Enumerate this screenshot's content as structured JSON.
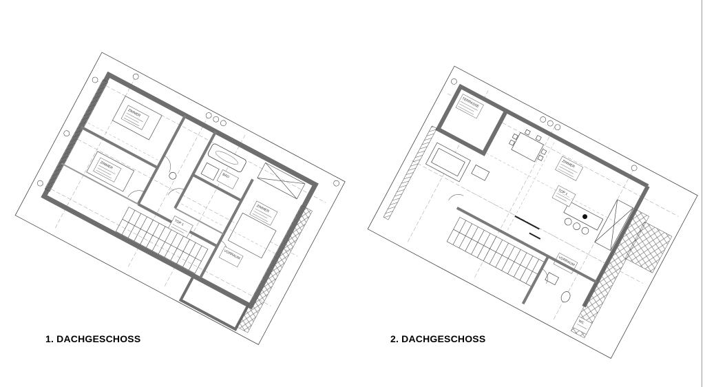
{
  "plans": [
    {
      "title": "1. DACHGESCHOSS",
      "room_labels": [
        "ZIMMER",
        "ZIMMER",
        "ZIMMER",
        "BAD",
        "VORRAUM",
        "TOP 1"
      ]
    },
    {
      "title": "2. DACHGESCHOSS",
      "room_labels": [
        "TERRASSE",
        "ZIMMER",
        "TOP 1",
        "VORRAUM",
        "WC"
      ]
    }
  ],
  "colors": {
    "line": "#333333",
    "wall": "#6e6e6e",
    "wall_light": "#a9a9a9",
    "hatch": "#555555",
    "background": "#ffffff"
  }
}
